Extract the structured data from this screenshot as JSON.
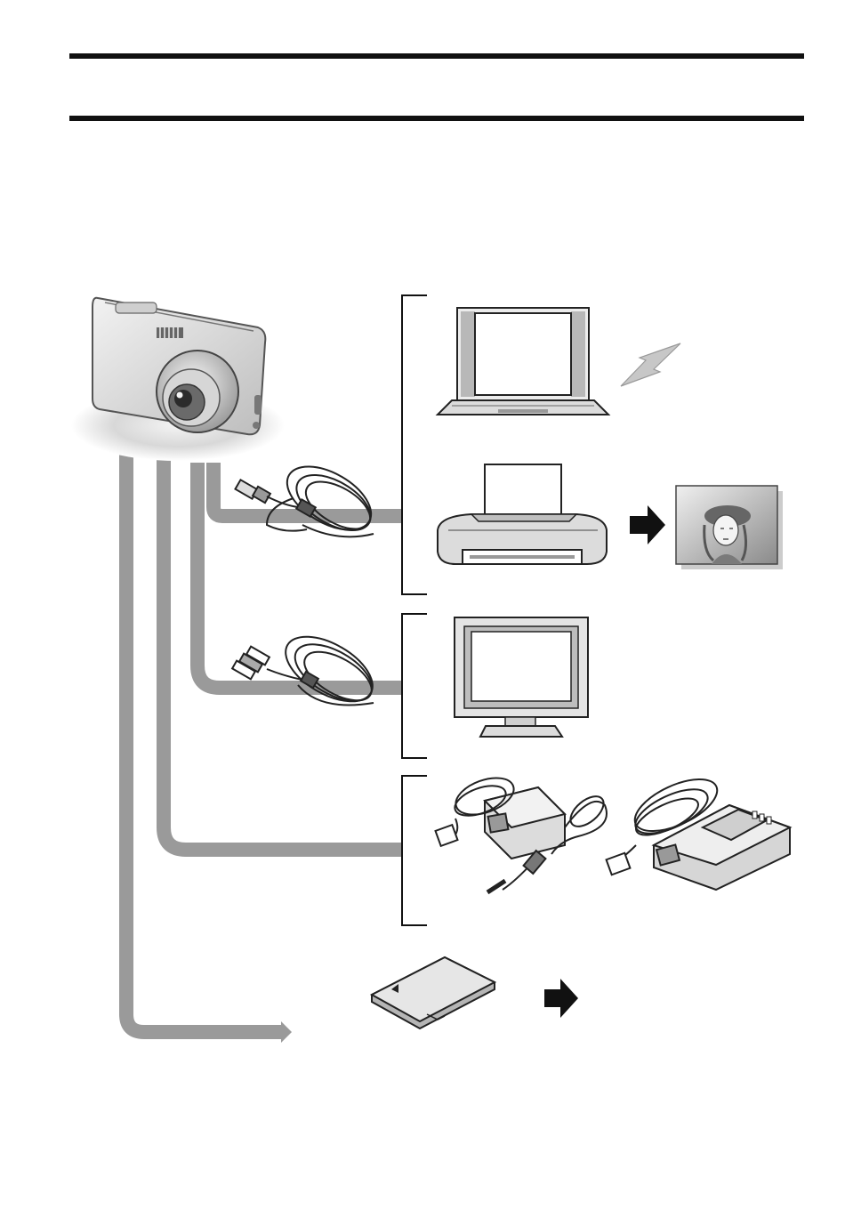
{
  "page": {
    "title": "",
    "colors": {
      "rule": "#111111",
      "connector": "#9a9a9a",
      "device_light": "#e4e4e4",
      "device_mid": "#b8b8b8",
      "device_dark": "#4a4a4a",
      "arrow": "#111111"
    }
  },
  "diagram": {
    "hub": {
      "icon": "camera-icon"
    },
    "groups": [
      {
        "id": "pc-printer",
        "bracket": true,
        "cable": "usb-cable-icon",
        "devices": [
          "laptop-computer-icon",
          "lightning-icon",
          "printer-icon",
          "print-photo-icon"
        ]
      },
      {
        "id": "tv",
        "bracket": true,
        "cable": "av-cable-icon",
        "devices": [
          "tv-monitor-icon"
        ]
      },
      {
        "id": "power",
        "bracket": true,
        "cable": "none",
        "devices": [
          "ac-adaptor-icon",
          "battery-charger-icon"
        ]
      },
      {
        "id": "media",
        "bracket": false,
        "cable": "none",
        "devices": [
          "sd-card-icon"
        ]
      }
    ],
    "arrows": [
      "arrow-to-print",
      "arrow-from-card"
    ]
  }
}
